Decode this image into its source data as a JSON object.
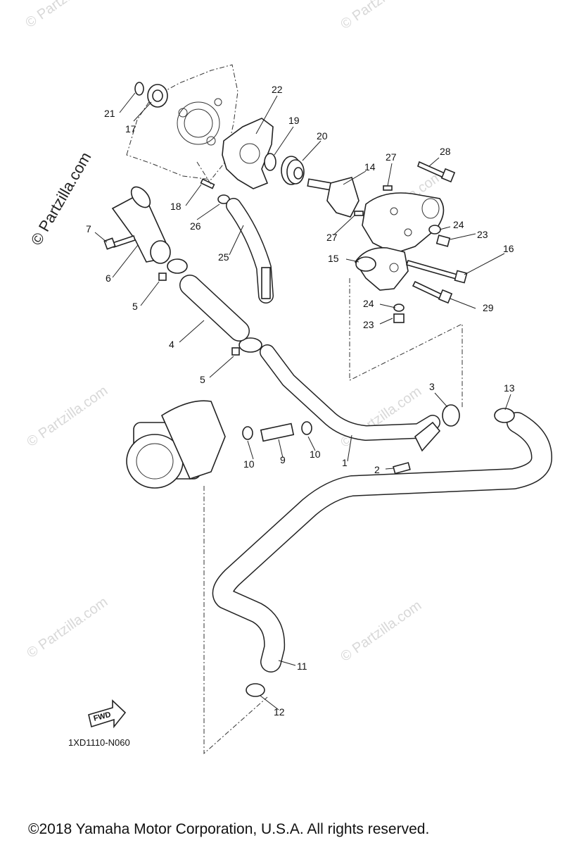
{
  "diagram_code": "1XD1110-N060",
  "copyright": "©2018  Yamaha Motor Corporation, U.S.A. All rights reserved.",
  "watermark_main": "© Partzilla.com",
  "watermark_faint": "© Partzilla.com",
  "fwd_label": "FWD",
  "callouts": {
    "c1": "1",
    "c2": "2",
    "c3": "3",
    "c4": "4",
    "c5a": "5",
    "c5b": "5",
    "c6": "6",
    "c7": "7",
    "c9": "9",
    "c10a": "10",
    "c10b": "10",
    "c11": "11",
    "c12": "12",
    "c13": "13",
    "c14": "14",
    "c15": "15",
    "c16": "16",
    "c17": "17",
    "c18": "18",
    "c19": "19",
    "c20": "20",
    "c21": "21",
    "c22": "22",
    "c23a": "23",
    "c23b": "23",
    "c24a": "24",
    "c24b": "24",
    "c25": "25",
    "c26": "26",
    "c27a": "27",
    "c27b": "27",
    "c28": "28",
    "c29": "29"
  }
}
